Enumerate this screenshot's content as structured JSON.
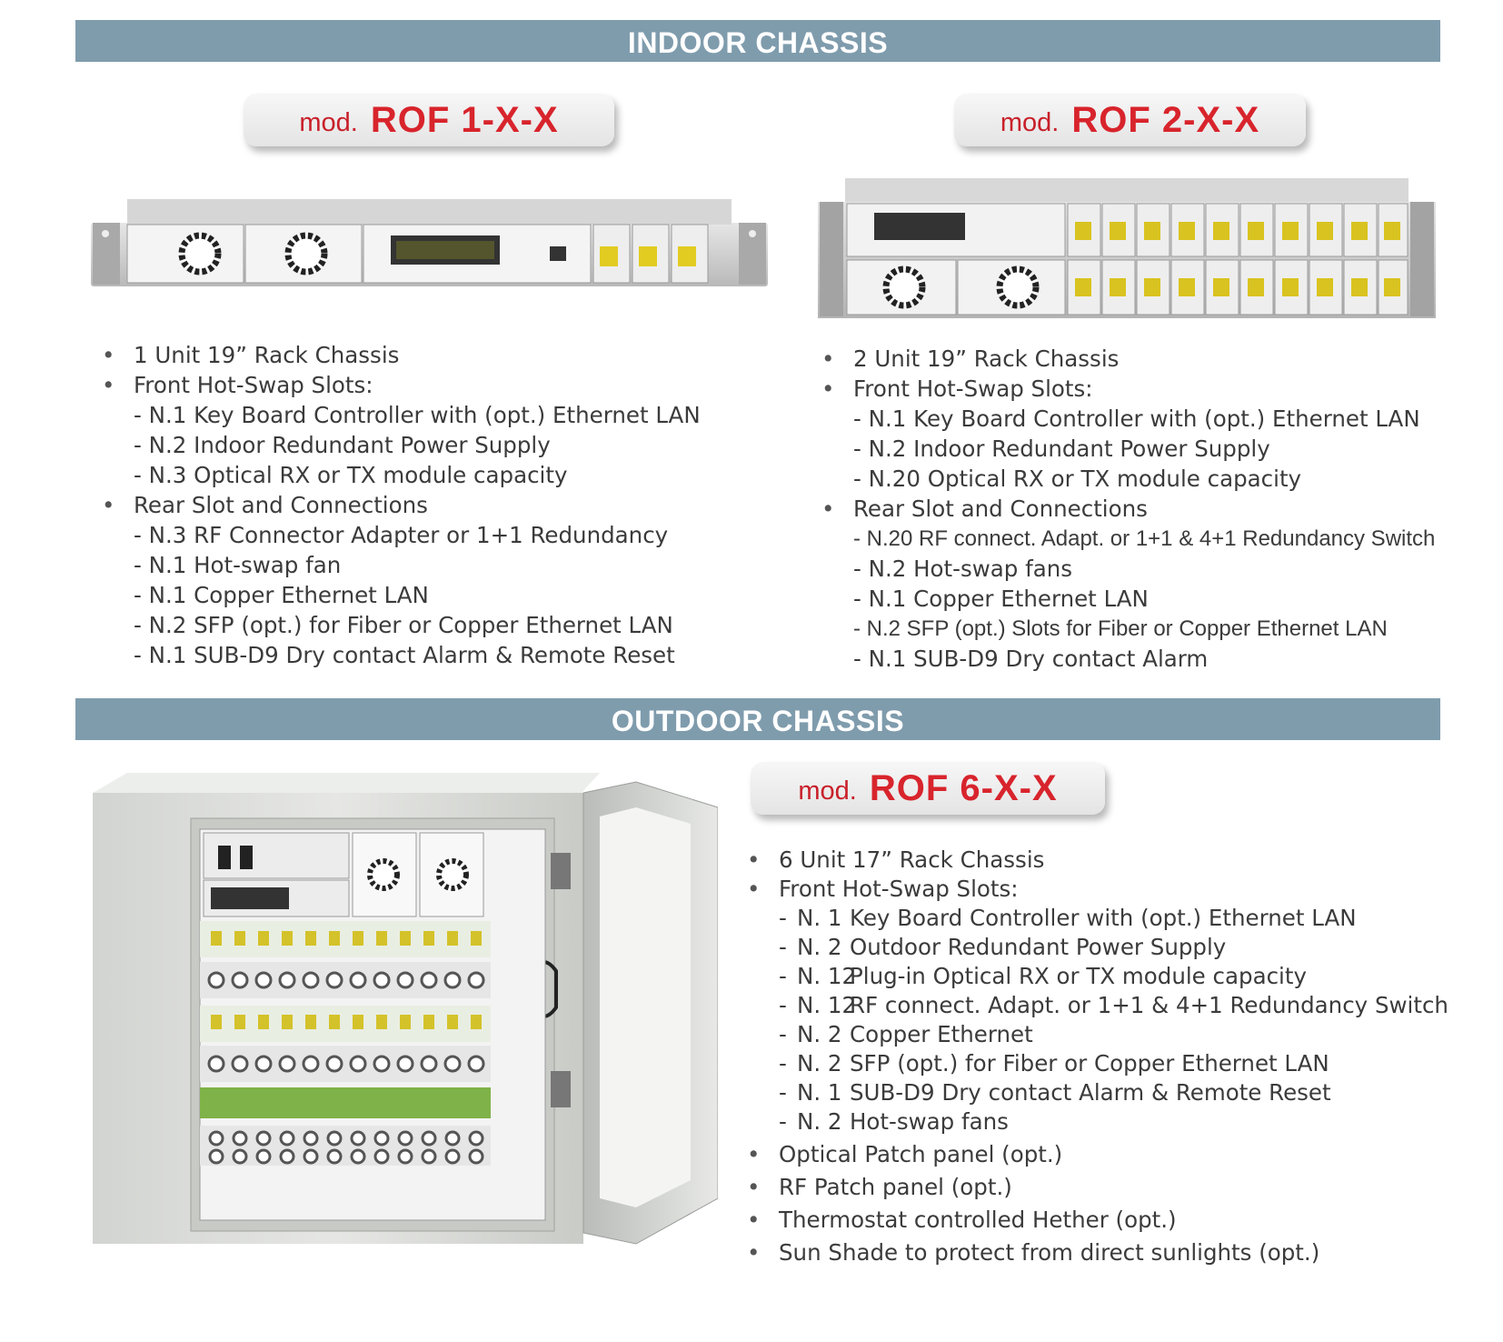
{
  "indoor": {
    "title": "INDOOR CHASSIS",
    "models": [
      {
        "prefix": "mod.",
        "name": "ROF 1-X-X",
        "features": [
          {
            "text": "1 Unit 19” Rack Chassis",
            "sub": []
          },
          {
            "text": "Front Hot-Swap Slots:",
            "sub": [
              "- N.1 Key Board Controller with (opt.) Ethernet LAN",
              "- N.2 Indoor Redundant Power Supply",
              "- N.3 Optical RX or TX module capacity"
            ]
          },
          {
            "text": "Rear Slot and Connections",
            "sub": [
              "- N.3 RF Connector Adapter or 1+1 Redundancy",
              "- N.1 Hot-swap fan",
              "- N.1 Copper Ethernet LAN",
              "- N.2 SFP (opt.) for Fiber or Copper Ethernet LAN",
              "- N.1 SUB-D9 Dry contact Alarm & Remote Reset"
            ]
          }
        ]
      },
      {
        "prefix": "mod.",
        "name": "ROF 2-X-X",
        "features": [
          {
            "text": "2 Unit 19” Rack Chassis",
            "sub": []
          },
          {
            "text": "Front Hot-Swap Slots:",
            "sub": [
              "- N.1 Key Board Controller with (opt.) Ethernet LAN",
              "- N.2 Indoor Redundant Power Supply",
              "- N.20 Optical RX or TX module capacity"
            ]
          },
          {
            "text": "Rear Slot and Connections",
            "sub": [
              "- N.20 RF connect. Adapt. or 1+1 & 4+1 Redundancy Switch",
              "- N.2 Hot-swap fans",
              "- N.1 Copper Ethernet LAN",
              "- N.2 SFP (opt.) Slots for Fiber or Copper Ethernet LAN",
              "- N.1 SUB-D9 Dry contact Alarm"
            ]
          }
        ]
      }
    ]
  },
  "outdoor": {
    "title": "OUTDOOR CHASSIS",
    "model": {
      "prefix": "mod.",
      "name": "ROF 6-X-X"
    },
    "features_top": [
      "6 Unit 17” Rack Chassis",
      "Front Hot-Swap Slots:"
    ],
    "slots": [
      {
        "dash": "-",
        "num": "N.  1",
        "text": "Key Board Controller with (opt.) Ethernet LAN"
      },
      {
        "dash": "-",
        "num": "N.  2",
        "text": "Outdoor Redundant Power Supply"
      },
      {
        "dash": "-",
        "num": "N. 12",
        "text": "Plug-in Optical RX or TX module capacity"
      },
      {
        "dash": "-",
        "num": "N. 12",
        "text": "RF connect. Adapt. or 1+1 & 4+1 Redundancy Switch"
      },
      {
        "dash": "-",
        "num": "N.  2",
        "text": "Copper Ethernet"
      },
      {
        "dash": "-",
        "num": "N.  2",
        "text": "SFP (opt.) for Fiber or Copper Ethernet LAN"
      },
      {
        "dash": "-",
        "num": "N.  1",
        "text": "SUB-D9 Dry contact Alarm & Remote Reset"
      },
      {
        "dash": "-",
        "num": "N.  2",
        "text": "Hot-swap fans"
      }
    ],
    "features_bottom": [
      "Optical Patch panel (opt.)",
      "RF Patch panel (opt.)",
      "Thermostat controlled Hether (opt.)",
      "Sun Shade to protect from direct sunlights (opt.)"
    ]
  },
  "colors": {
    "band": "#7f9cad",
    "model_red": "#d8242c",
    "body_text": "#3b3b3b"
  }
}
